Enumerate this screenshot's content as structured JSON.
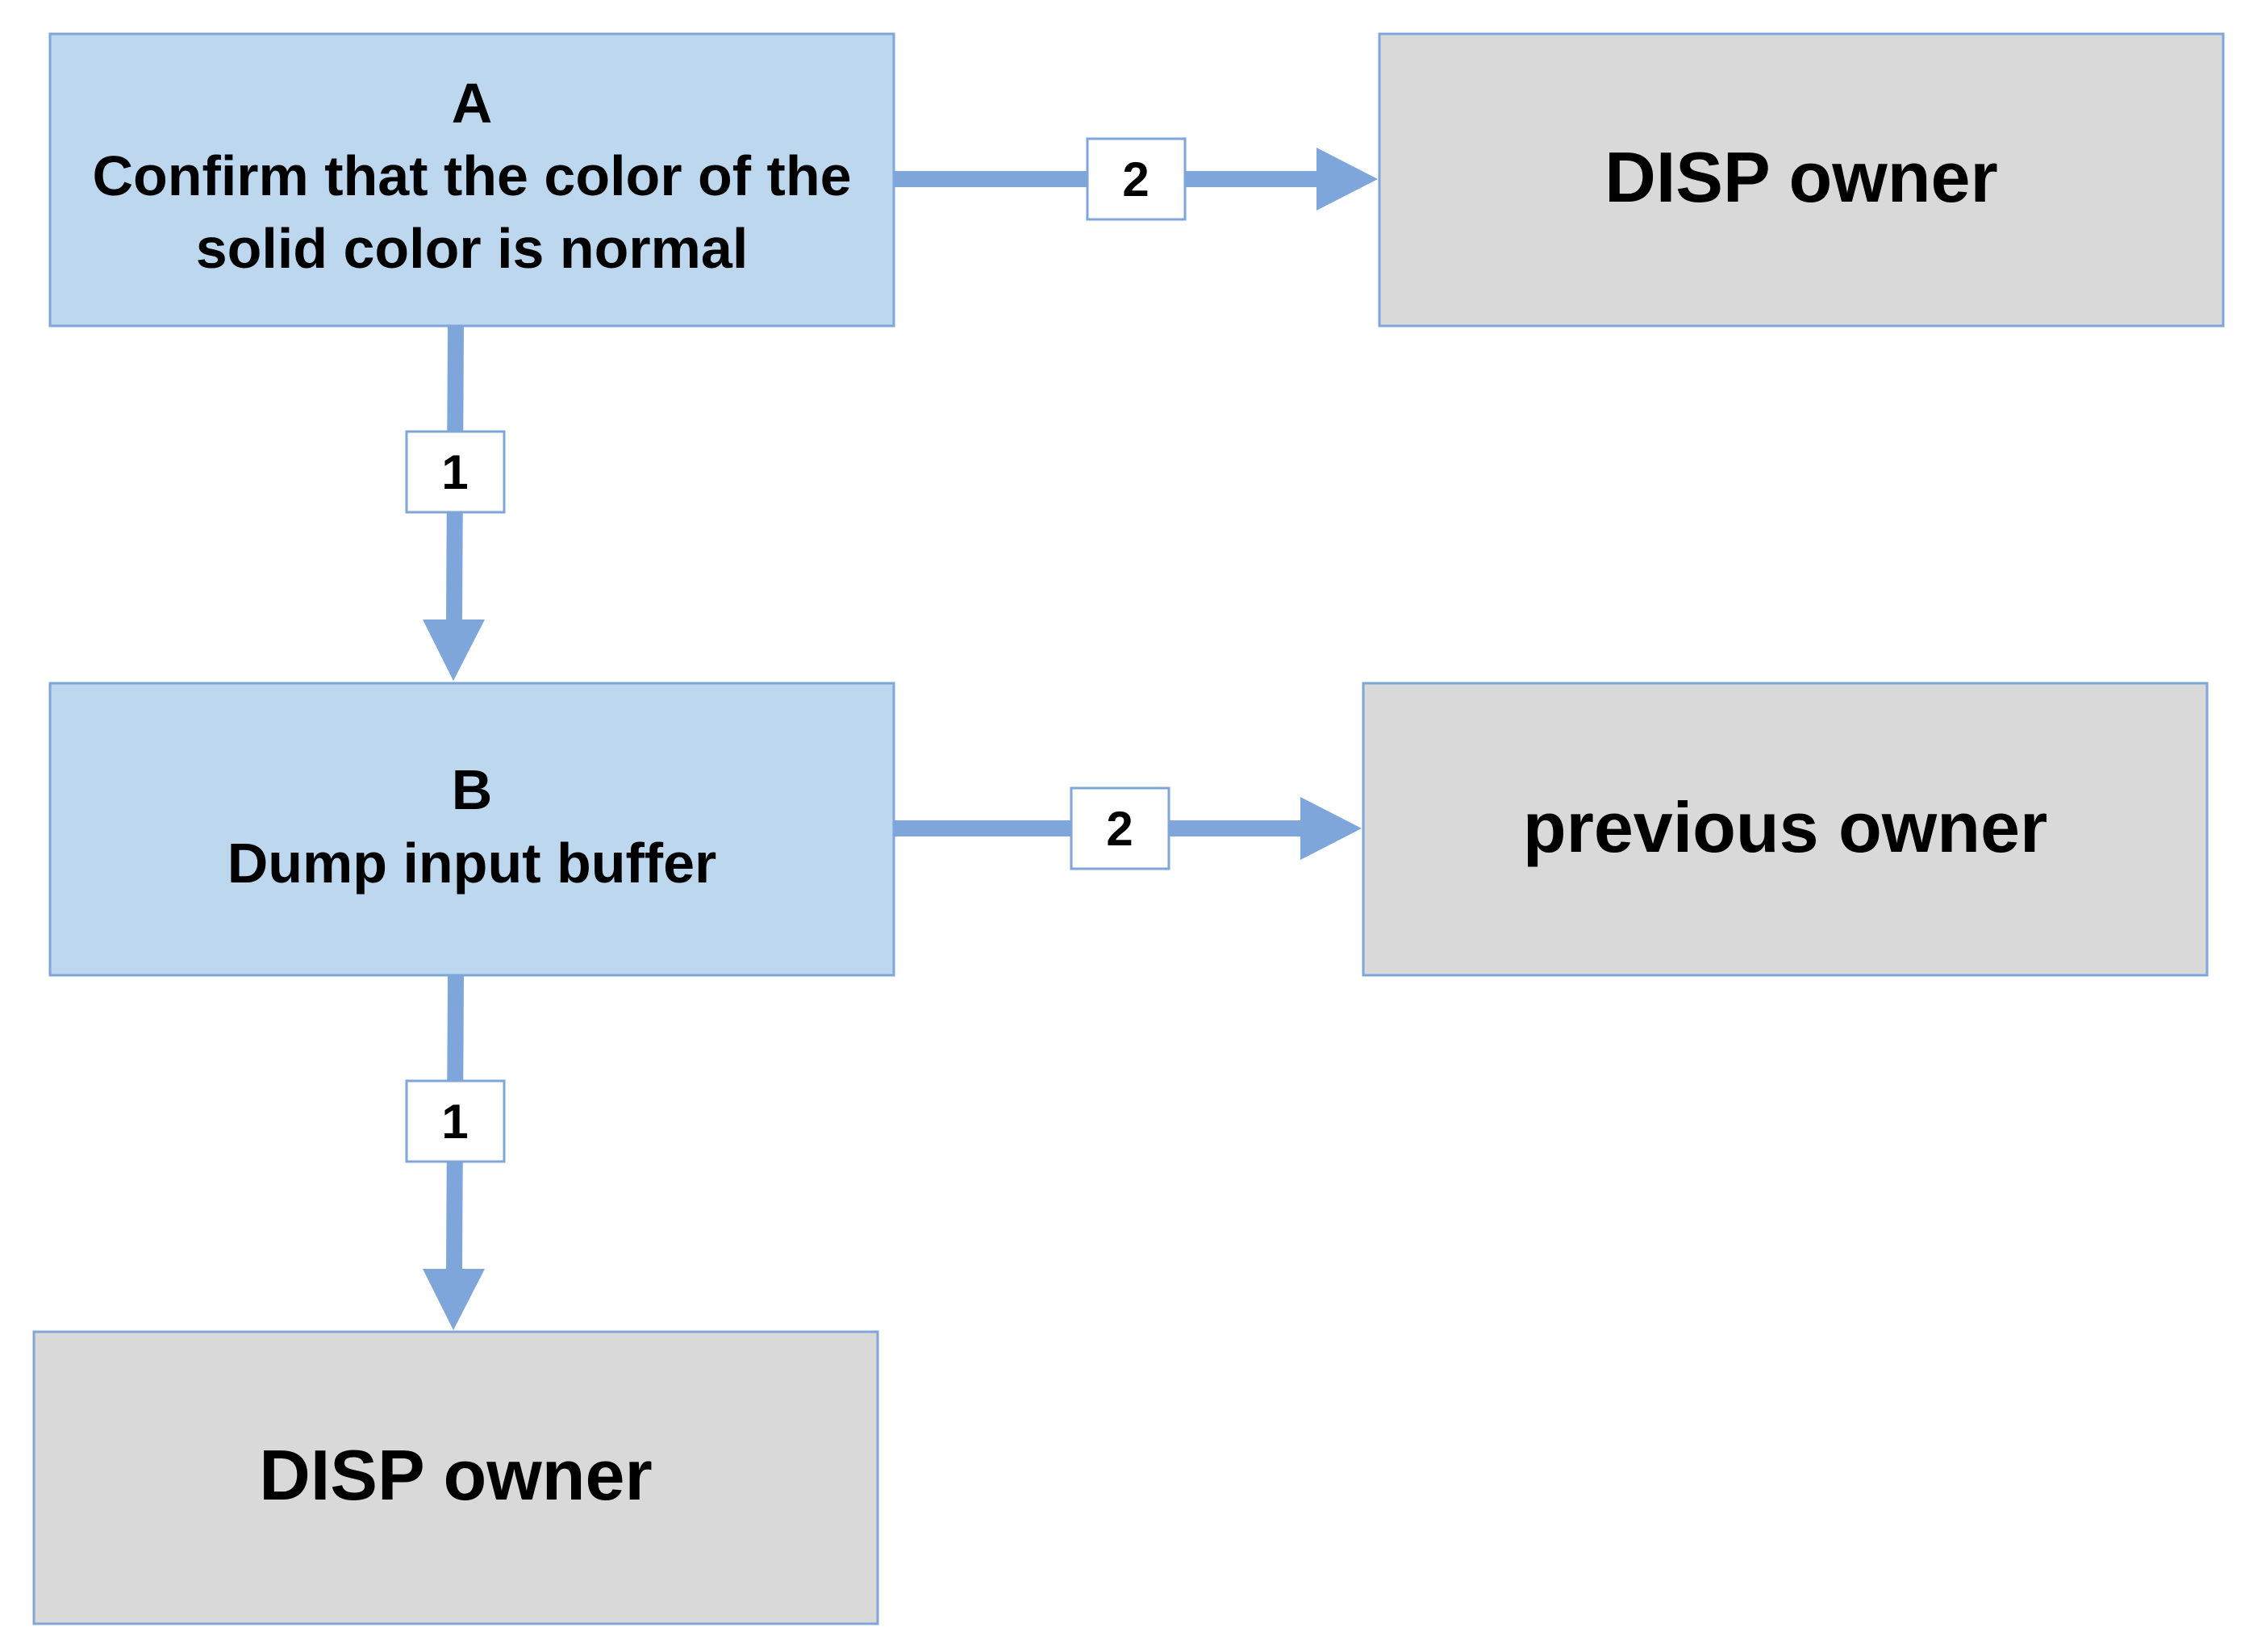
{
  "colors": {
    "process_fill": "#bdd7ee",
    "terminal_fill": "#d9d9d9",
    "border": "#7ea6da",
    "edge": "#7ea6da",
    "label_box_fill": "#ffffff",
    "text": "#000000"
  },
  "nodes": {
    "a": {
      "title": "A",
      "line1": "Confirm that the color of the",
      "line2": "solid color is normal"
    },
    "b": {
      "title": "B",
      "line1": "Dump input buffer"
    },
    "a_no": {
      "label": "DISP owner"
    },
    "b_no": {
      "label": "previous owner"
    },
    "b_yes": {
      "label": "DISP owner"
    }
  },
  "edges": {
    "a_to_b": {
      "label": "1"
    },
    "a_to_a_no": {
      "label": "2"
    },
    "b_to_b_no": {
      "label": "2"
    },
    "b_to_b_yes": {
      "label": "1"
    }
  }
}
